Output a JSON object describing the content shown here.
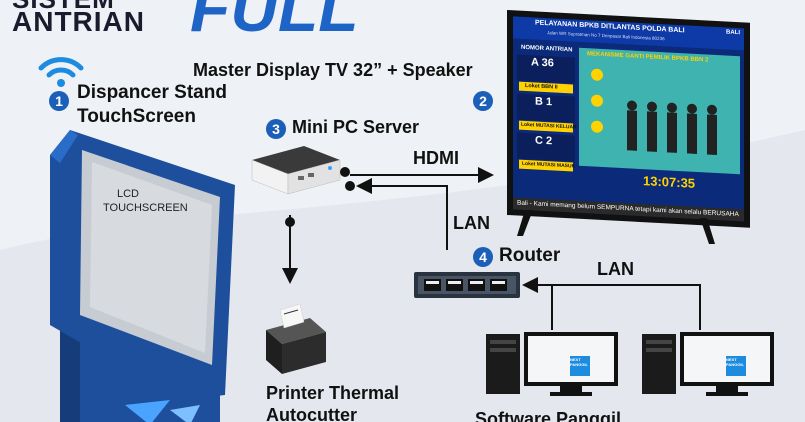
{
  "banner": {
    "top_text": "SISTEM",
    "line2": "ANTRIAN",
    "big_word": "FULL"
  },
  "kiosk": {
    "number": "1",
    "label_line1": "Dispancer Stand",
    "label_line2": "TouchScreen",
    "screen_line1": "LCD",
    "screen_line2": "TOUCHSCREEN"
  },
  "pc_server": {
    "number": "3",
    "label": "Mini PC Server"
  },
  "tv": {
    "number": "2",
    "label": "Master Display TV 32” + Speaker",
    "header_title": "PELAYANAN BPKB DITLANTAS POLDA BALI",
    "header_address": "Jalan WR Supratman No 7 Denpasar Bali Indonesia 80236",
    "bali_badge": "BALI",
    "queue_header": "NOMOR ANTRIAN",
    "queues": [
      {
        "number": "A 36",
        "counter": "Loket BBN II"
      },
      {
        "number": "B 1",
        "counter": "Loket MUTASI KELUAR"
      },
      {
        "number": "C 2",
        "counter": "Loket MUTASI MASUK"
      }
    ],
    "video_title": "MEKANISME GANTI PEMILIK BPKB BBN 2",
    "clock": "13:07:35",
    "ticker": "Bali - Kami memang belum SEMPURNA tetapi kami akan selalu BERUSAHA"
  },
  "connections": {
    "hdmi": "HDMI",
    "lan1": "LAN",
    "lan2": "LAN"
  },
  "router": {
    "number": "4",
    "label": "Router"
  },
  "printer": {
    "label_line1": "Printer Thermal",
    "label_line2": "Autocutter"
  },
  "caller": {
    "label": "Software Panggil",
    "screen_text": "NEXT\nPANGGIL"
  },
  "colors": {
    "accent_blue": "#1c5fb8",
    "kiosk_blue": "#1d4f9c",
    "title_blue": "#1e63c6",
    "tv_panel": "#0b2a7a",
    "tv_yellow": "#ffd200"
  }
}
